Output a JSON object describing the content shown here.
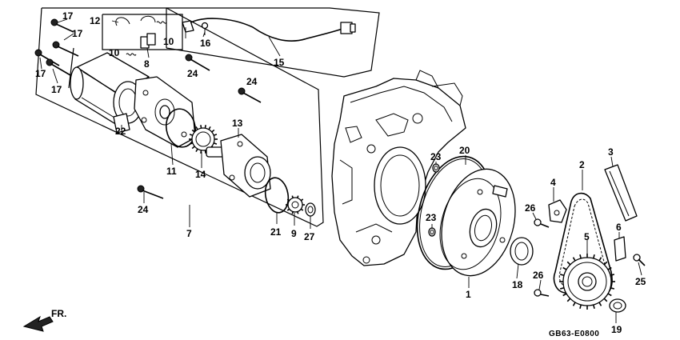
{
  "diagram": {
    "callouts": [
      {
        "id": "c1",
        "label": "1"
      },
      {
        "id": "c2",
        "label": "2"
      },
      {
        "id": "c3",
        "label": "3"
      },
      {
        "id": "c4",
        "label": "4"
      },
      {
        "id": "c5",
        "label": "5"
      },
      {
        "id": "c6",
        "label": "6"
      },
      {
        "id": "c7",
        "label": "7"
      },
      {
        "id": "c8",
        "label": "8"
      },
      {
        "id": "c9",
        "label": "9"
      },
      {
        "id": "c10a",
        "label": "10"
      },
      {
        "id": "c10b",
        "label": "10"
      },
      {
        "id": "c11",
        "label": "11"
      },
      {
        "id": "c12",
        "label": "12"
      },
      {
        "id": "c13",
        "label": "13"
      },
      {
        "id": "c14",
        "label": "14"
      },
      {
        "id": "c15",
        "label": "15"
      },
      {
        "id": "c16",
        "label": "16"
      },
      {
        "id": "c17a",
        "label": "17"
      },
      {
        "id": "c17b",
        "label": "17"
      },
      {
        "id": "c17c",
        "label": "17"
      },
      {
        "id": "c17d",
        "label": "17"
      },
      {
        "id": "c18",
        "label": "18"
      },
      {
        "id": "c19",
        "label": "19"
      },
      {
        "id": "c20",
        "label": "20"
      },
      {
        "id": "c21",
        "label": "21"
      },
      {
        "id": "c22",
        "label": "22"
      },
      {
        "id": "c23a",
        "label": "23"
      },
      {
        "id": "c23b",
        "label": "23"
      },
      {
        "id": "c24a",
        "label": "24"
      },
      {
        "id": "c24b",
        "label": "24"
      },
      {
        "id": "c24c",
        "label": "24"
      },
      {
        "id": "c25",
        "label": "25"
      },
      {
        "id": "c26a",
        "label": "26"
      },
      {
        "id": "c26b",
        "label": "26"
      },
      {
        "id": "c27",
        "label": "27"
      }
    ],
    "front_arrow_label": "FR.",
    "drawing_code": "GB63-E0800"
  }
}
